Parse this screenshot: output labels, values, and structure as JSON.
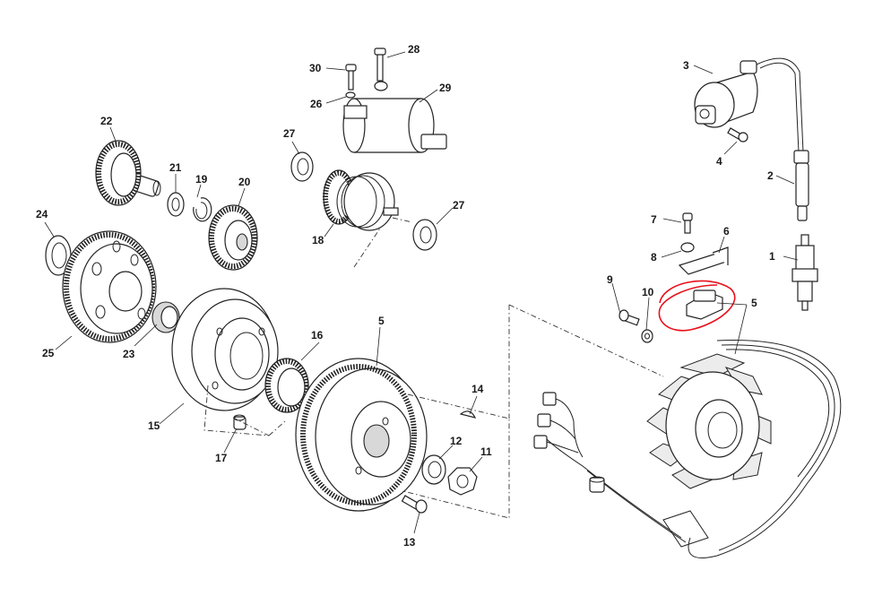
{
  "diagram": {
    "callouts": [
      {
        "id": "c1",
        "text": "1"
      },
      {
        "id": "c2",
        "text": "2"
      },
      {
        "id": "c3",
        "text": "3"
      },
      {
        "id": "c4",
        "text": "4"
      },
      {
        "id": "c5a",
        "text": "5"
      },
      {
        "id": "c5b",
        "text": "5"
      },
      {
        "id": "c6",
        "text": "6"
      },
      {
        "id": "c7",
        "text": "7"
      },
      {
        "id": "c8",
        "text": "8"
      },
      {
        "id": "c9",
        "text": "9"
      },
      {
        "id": "c10",
        "text": "10"
      },
      {
        "id": "c11",
        "text": "11"
      },
      {
        "id": "c12",
        "text": "12"
      },
      {
        "id": "c13",
        "text": "13"
      },
      {
        "id": "c14",
        "text": "14"
      },
      {
        "id": "c15",
        "text": "15"
      },
      {
        "id": "c16",
        "text": "16"
      },
      {
        "id": "c17",
        "text": "17"
      },
      {
        "id": "c18",
        "text": "18"
      },
      {
        "id": "c19",
        "text": "19"
      },
      {
        "id": "c20",
        "text": "20"
      },
      {
        "id": "c21",
        "text": "21"
      },
      {
        "id": "c22",
        "text": "22"
      },
      {
        "id": "c23",
        "text": "23"
      },
      {
        "id": "c24",
        "text": "24"
      },
      {
        "id": "c25",
        "text": "25"
      },
      {
        "id": "c26",
        "text": "26"
      },
      {
        "id": "c27a",
        "text": "27"
      },
      {
        "id": "c27b",
        "text": "27"
      },
      {
        "id": "c28",
        "text": "28"
      },
      {
        "id": "c29",
        "text": "29"
      },
      {
        "id": "c30",
        "text": "30"
      }
    ],
    "highlight_color": "#e8101a",
    "line_color": "#222222"
  }
}
